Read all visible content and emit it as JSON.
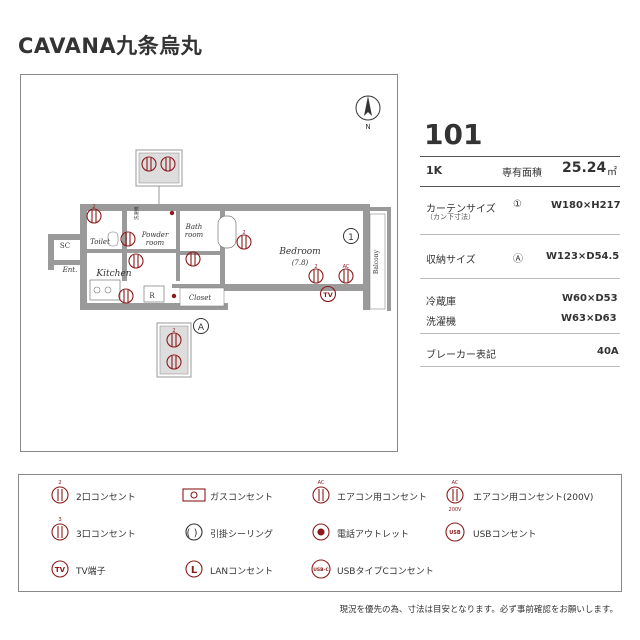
{
  "building_name": "CAVANA九条烏丸",
  "unit": {
    "number": "101",
    "layout": "1K",
    "area_label": "専有面積",
    "area_value": "25.24",
    "area_unit": "㎡"
  },
  "specs": {
    "curtain_label": "カーテンサイズ",
    "curtain_sub": "（カン下寸法）",
    "curtain_mark": "①",
    "curtain_value": "W180×H217",
    "storage_label": "収納サイズ",
    "storage_mark": "Ⓐ",
    "storage_value": "W123×D54.5",
    "fridge_label": "冷蔵庫",
    "fridge_value": "W60×D53",
    "washer_label": "洗濯機",
    "washer_value": "W63×D63",
    "breaker_label": "ブレーカー表記",
    "breaker_value": "40A"
  },
  "plan": {
    "compass_n": "N",
    "room_sc": "SC",
    "room_toilet": "Toilet",
    "room_powder_1": "Powder",
    "room_powder_2": "room",
    "room_bath_1": "Bath",
    "room_bath_2": "room",
    "room_bedroom": "Bedroom",
    "room_bedroom_size": "(7.8)",
    "room_kitchen": "Kitchen",
    "room_ent": "Ent.",
    "room_closet": "Closet",
    "room_balcony": "Balcony",
    "label_r": "R",
    "label_washer": "洗濯機",
    "marker_1": "1",
    "marker_a": "A",
    "outlet_2": "2",
    "outlet_ac": "AC",
    "outlet_tv": "TV"
  },
  "legend": {
    "two_outlet": "2口コンセント",
    "three_outlet": "3口コンセント",
    "tv": "TV端子",
    "gas": "ガスコンセント",
    "ceiling": "引掛シーリング",
    "lan": "LANコンセント",
    "ac": "エアコン用コンセント",
    "phone": "電話アウトレット",
    "usbc": "USBタイプCコンセント",
    "ac200": "エアコン用コンセント(200V)",
    "usb": "USBコンセント",
    "num_2": "2",
    "num_3": "3",
    "tv_icon": "TV",
    "l_icon": "L",
    "ac_icon": "AC",
    "v200": "200V",
    "usb_icon": "USB",
    "usbc_icon": "USB-C"
  },
  "footer": "現況を優先の為、寸法は目安となります。必ず事前確認をお願いします。",
  "colors": {
    "accent": "#8b1a1a",
    "wall": "#9a9a9a",
    "text": "#333333"
  }
}
